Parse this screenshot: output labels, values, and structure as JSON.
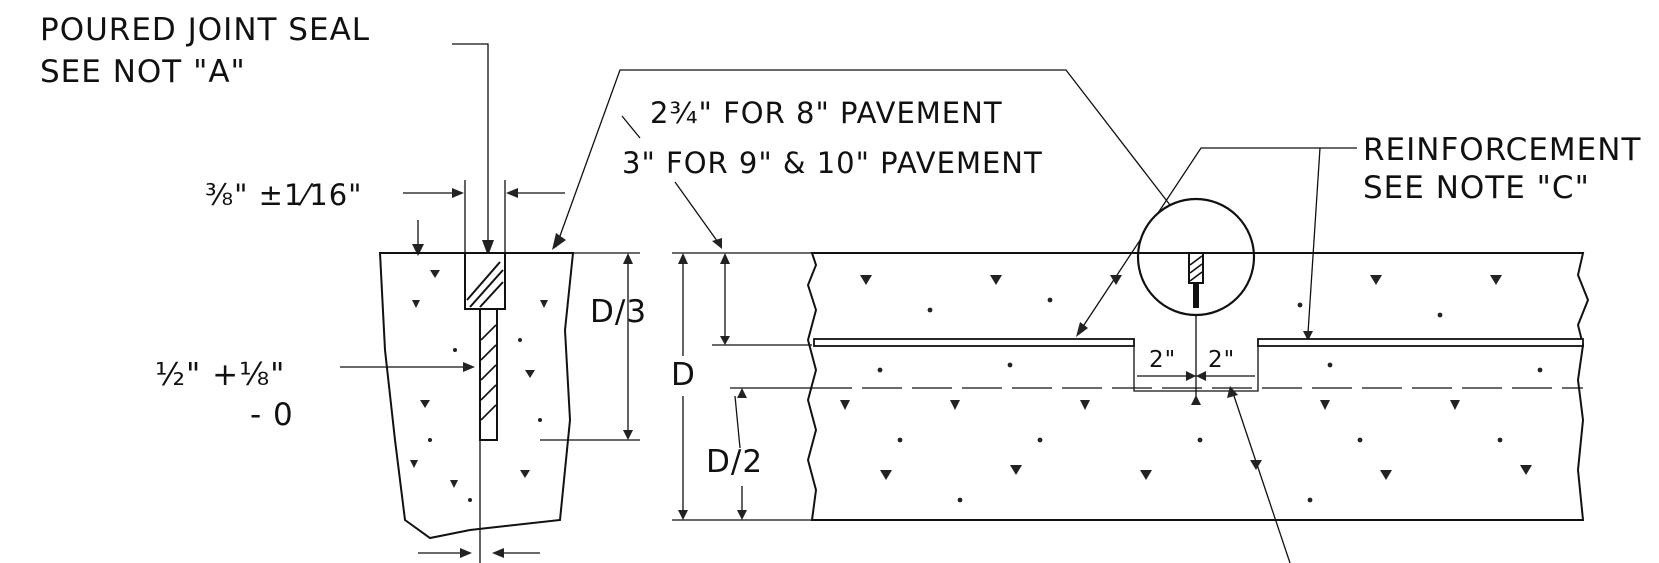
{
  "labels": {
    "poured_seal_1": "POURED JOINT SEAL",
    "poured_seal_2": "SEE NOT \"A\"",
    "depth_8": "2¾\" FOR 8\" PAVEMENT",
    "depth_9_10": "3\" FOR 9\" & 10\" PAVEMENT",
    "reinf_1": "REINFORCEMENT",
    "reinf_2": "SEE NOTE \"C\"",
    "saw_width": "⅜\" ±1⁄16\"",
    "groove_width_top": "½\"  +⅛\"",
    "groove_width_bot": "- 0",
    "d_over_3": "D/3",
    "d": "D",
    "d_over_2": "D/2",
    "gap_left": "2\"",
    "gap_right": "2\""
  }
}
